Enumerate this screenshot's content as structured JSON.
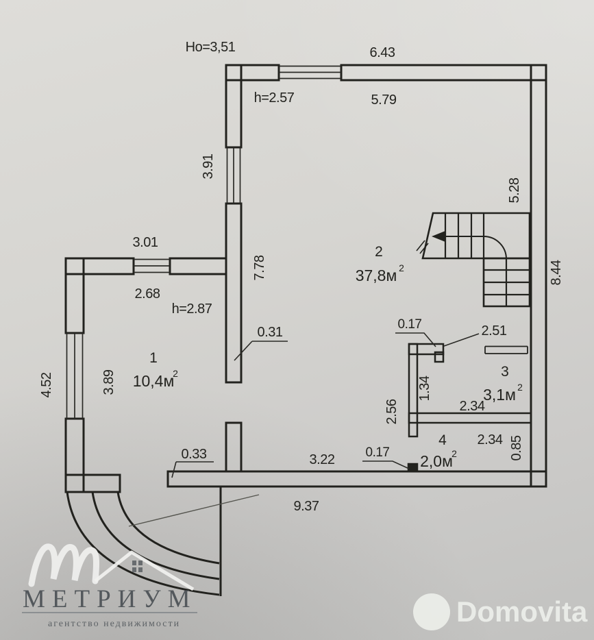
{
  "colors": {
    "paper": "#d6d5d1",
    "ink": "#1f1f1f",
    "logo_gray": "#53585c",
    "watermark_light": "#eef0ec"
  },
  "floor_plan": {
    "heights": {
      "overall": "Hо=3,51",
      "room2": "h=2.57",
      "room1": "h=2.87"
    },
    "rooms": [
      {
        "num": "1",
        "area": "10,4м",
        "sup": "2"
      },
      {
        "num": "2",
        "area": "37,8м",
        "sup": "2"
      },
      {
        "num": "3",
        "area": "3,1м",
        "sup": "2"
      },
      {
        "num": "4",
        "area": "2,0м",
        "sup": "2"
      }
    ],
    "dims": {
      "top_outer": "6.43",
      "top_inner": "5.79",
      "left_win": "3.91",
      "stair_clear": "5.28",
      "right_outer": "8.44",
      "room2_len": "7.78",
      "r1_top": "3.01",
      "r1_top_in": "2.68",
      "door031": "0.31",
      "r1_left": "4.52",
      "r1_left_in": "3.89",
      "wall_t_top": "0.17",
      "part251": "2.51",
      "r3_w": "2.34",
      "r3_d": "1.34",
      "hall_d": "2.56",
      "r4_w": "2.34",
      "r4_d": "0.85",
      "wall_t_bot": "0.17",
      "bottom_in": "3.22",
      "stub033": "0.33",
      "bottom_out": "9.37"
    }
  },
  "watermarks": {
    "metrium": {
      "title": "МЕТРИУМ",
      "subtitle": "агентство недвижимости"
    },
    "domovita": {
      "title": "Domovita"
    }
  }
}
